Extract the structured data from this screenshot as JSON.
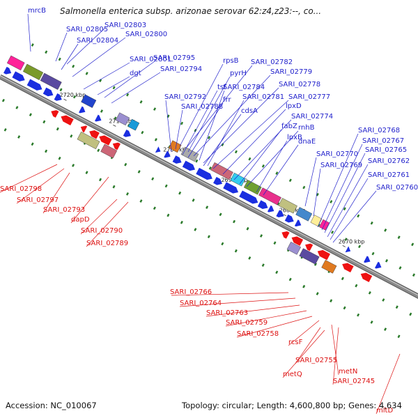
{
  "title": "Salmonella enterica subsp. arizonae serovar 62:z4,z23:--, co...",
  "accession_text": "Accession: NC_010067",
  "topology_text": "Topology: circular; Length: 4,600,800 bp; Genes: 4,634",
  "colors": {
    "forward_label": "#2222cc",
    "reverse_label": "#dd1111",
    "highlight_label": "#33bbee",
    "backbone": "#8a8a8a",
    "tick": "#2a7a2a"
  },
  "kbp_marks": [
    "2720 kbp",
    "2710 kbp",
    "2700 kbp",
    "2690 kbp",
    "2680 kbp",
    "2670 kbp"
  ],
  "forward_genes": [
    "mrcB",
    "SARI_02805",
    "SARI_02803",
    "SARI_02804",
    "SARI_02800",
    "SARI_02801",
    "dgt",
    "SARI_02795",
    "SARI_02794",
    "rpsB",
    "SARI_02782",
    "pyrH",
    "SARI_02779",
    "tsf",
    "SARI_02784",
    "SARI_02778",
    "frr",
    "SARI_02781",
    "SARI_02777",
    "SARI_02792",
    "SARI_02788",
    "cdsA",
    "lpxD",
    "SARI_02774",
    "fabZ",
    "rnhB",
    "lpxB",
    "dnaE",
    "SARI_02768",
    "SARI_02767",
    "SARI_02765",
    "SARI_02770",
    "SARI_02769",
    "SARI_02762",
    "SARI_02761",
    "SARI_02760"
  ],
  "reverse_genes": [
    "SARI_02798",
    "SARI_02797",
    "SARI_02793",
    "dapD",
    "SARI_02790",
    "SARI_02789",
    "SARI_02766",
    "SARI_02764",
    "SARI_02763",
    "SARI_02759",
    "SARI_02758",
    "rcsF",
    "SARI_02755",
    "metQ",
    "metN",
    "SARI_02745",
    "mltD"
  ]
}
